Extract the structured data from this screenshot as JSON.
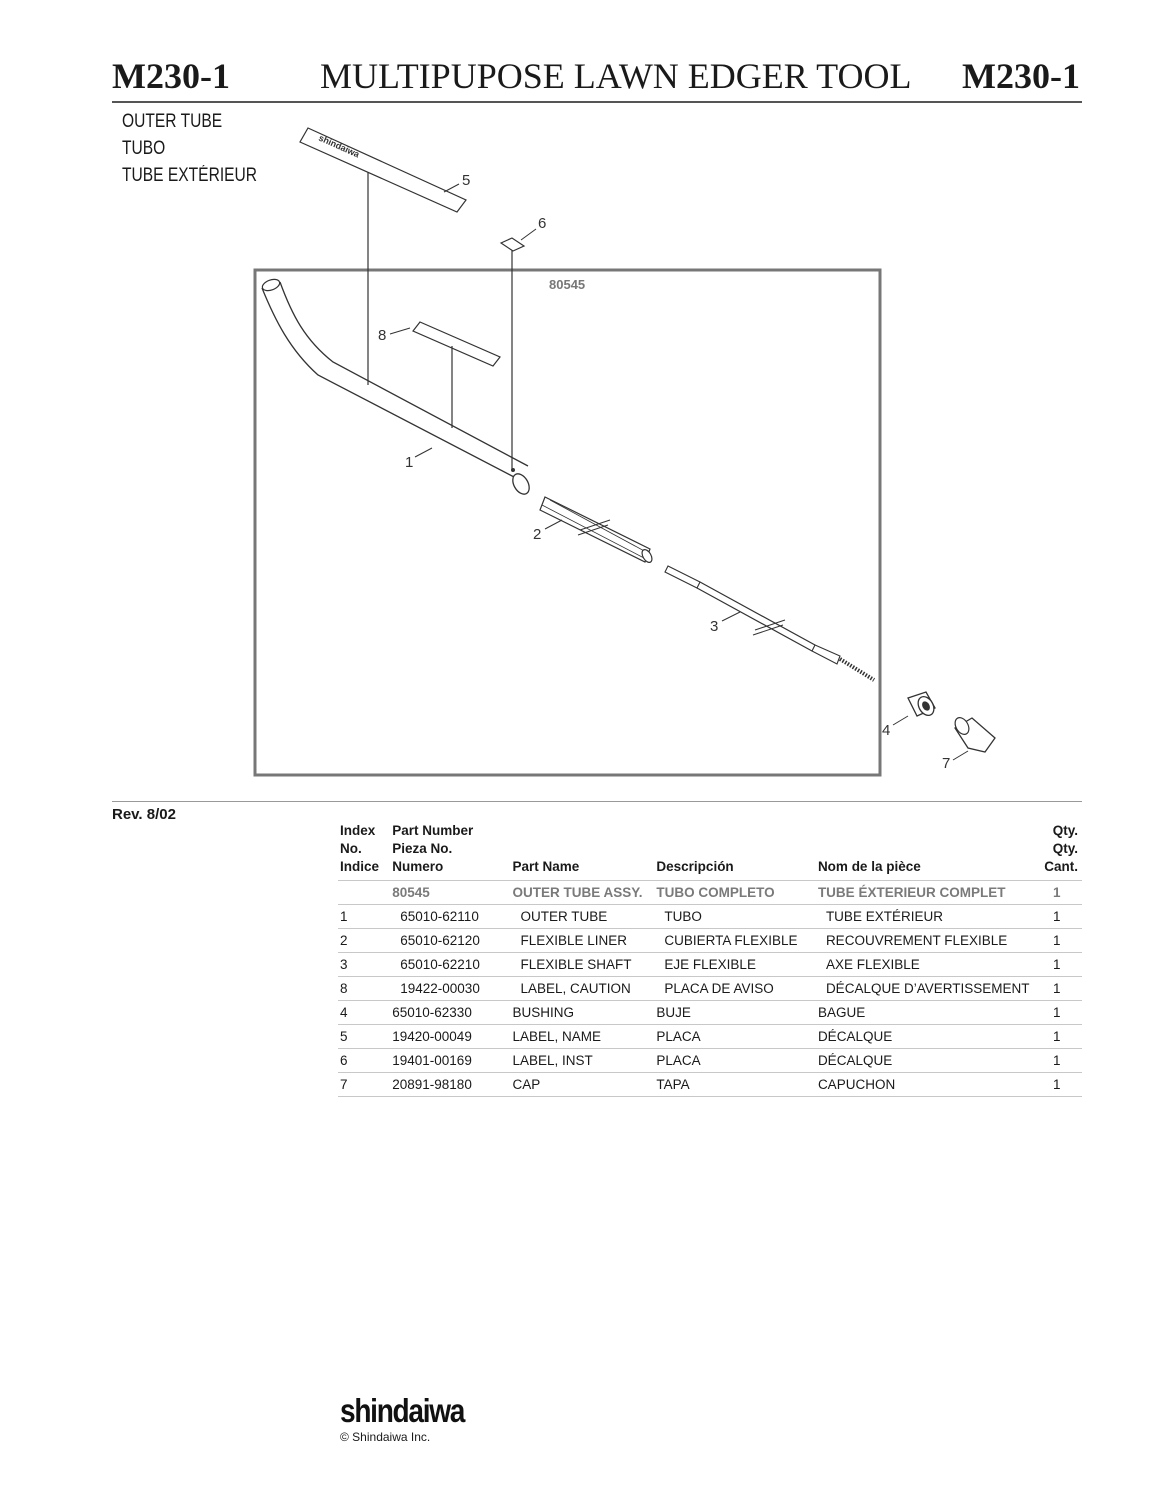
{
  "header": {
    "model_left": "M230-1",
    "title": "MULTIPUPOSE LAWN EDGER TOOL",
    "model_right": "M230-1"
  },
  "section": {
    "name_en": "OUTER TUBE",
    "name_es": "TUBO",
    "name_fr": "TUBE EXTÉRIEUR"
  },
  "diagram": {
    "assembly_number": "80545",
    "callouts": [
      "1",
      "2",
      "3",
      "4",
      "5",
      "6",
      "7",
      "8"
    ],
    "decal_text": "shindaiwa"
  },
  "revision": "Rev. 8/02",
  "table": {
    "headers": {
      "index": [
        "Index",
        "No.",
        "Indice"
      ],
      "part_number": [
        "Part Number",
        "Pieza No.",
        "Numero"
      ],
      "part_name": "Part Name",
      "descripcion": "Descripción",
      "nom": "Nom de la pièce",
      "qty": [
        "Qty.",
        "Qty.",
        "Cant."
      ]
    },
    "rows": [
      {
        "index": "",
        "part_number": "80545",
        "part_name": "OUTER TUBE ASSY.",
        "descripcion": "TUBO COMPLETO",
        "nom": "TUBE ÉXTERIEUR COMPLET",
        "qty": "1"
      },
      {
        "index": "1",
        "part_number": "65010-62110",
        "part_name": "OUTER TUBE",
        "descripcion": "TUBO",
        "nom": "TUBE EXTÉRIEUR",
        "qty": "1"
      },
      {
        "index": "2",
        "part_number": "65010-62120",
        "part_name": "FLEXIBLE LINER",
        "descripcion": "CUBIERTA FLEXIBLE",
        "nom": "RECOUVREMENT FLEXIBLE",
        "qty": "1"
      },
      {
        "index": "3",
        "part_number": "65010-62210",
        "part_name": "FLEXIBLE SHAFT",
        "descripcion": "EJE FLEXIBLE",
        "nom": "AXE FLEXIBLE",
        "qty": "1"
      },
      {
        "index": "8",
        "part_number": "19422-00030",
        "part_name": "LABEL, CAUTION",
        "descripcion": "PLACA DE AVISO",
        "nom": "DÉCALQUE D’AVERTISSEMENT",
        "qty": "1"
      },
      {
        "index": "4",
        "part_number": "65010-62330",
        "part_name": "BUSHING",
        "descripcion": "BUJE",
        "nom": "BAGUE",
        "qty": "1"
      },
      {
        "index": "5",
        "part_number": "19420-00049",
        "part_name": "LABEL, NAME",
        "descripcion": "PLACA",
        "nom": "DÉCALQUE",
        "qty": "1"
      },
      {
        "index": "6",
        "part_number": "19401-00169",
        "part_name": "LABEL, INST",
        "descripcion": "PLACA",
        "nom": "DÉCALQUE",
        "qty": "1"
      },
      {
        "index": "7",
        "part_number": "20891-98180",
        "part_name": "CAP",
        "descripcion": "TAPA",
        "nom": "CAPUCHON",
        "qty": "1"
      }
    ]
  },
  "footer": {
    "logo": "shindaiwa",
    "copyright": "© Shindaiwa Inc."
  }
}
